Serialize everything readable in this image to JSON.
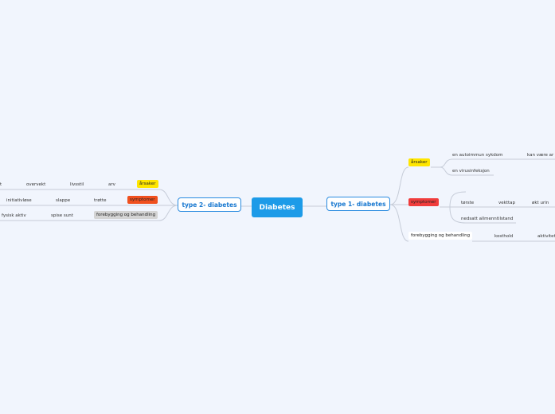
{
  "center": "Diabetes",
  "type2": {
    "title": "type 2- diabetes",
    "causes": {
      "label": "årsaker",
      "items": [
        "t",
        "overvekt",
        "livsstil",
        "arv"
      ]
    },
    "symptoms": {
      "label": "symptomer",
      "items": [
        "initiativløse",
        "slappe",
        "trøtte"
      ]
    },
    "prevention": {
      "label": "forebygging og behandling",
      "items": [
        "fysisk aktiv",
        "spise sunt"
      ]
    }
  },
  "type1": {
    "title": "type 1- diabetes",
    "causes": {
      "label": "årsaker",
      "items": [
        "en autoimmun sykdom",
        "kan være ar",
        "en virusinfeksjon"
      ]
    },
    "symptoms": {
      "label": "symptomer",
      "items": [
        "tørste",
        "vekttap",
        "økt urin",
        "nedsatt allmenntilstand"
      ]
    },
    "prevention": {
      "label": "forebygging og behandling",
      "items": [
        "kosthold",
        "aktivitet"
      ]
    }
  },
  "colors": {
    "center": "#1d9be8",
    "causes": "#ffe600",
    "symptoms_left": "#f0501e",
    "symptoms_right": "#f03c3c",
    "prevention_left": "#d4d4d4"
  }
}
